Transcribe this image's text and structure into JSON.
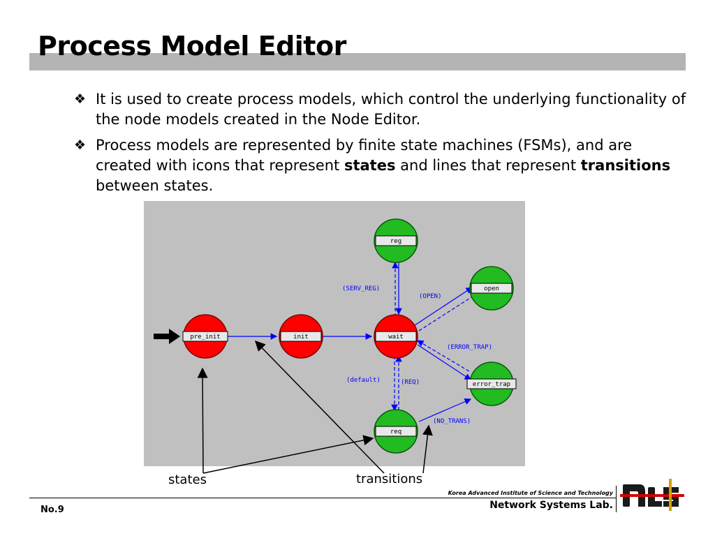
{
  "slide": {
    "title": "Process Model Editor",
    "bullet_marker": "❖",
    "bullet1": "It is used to create process models, which control the underlying functionality of the node models created in the Node Editor.",
    "bullet2_part1": "Process models are represented by finite state machines (FSMs), and are created with icons that represent ",
    "bullet2_bold1": "states",
    "bullet2_part2": " and lines that represent ",
    "bullet2_bold2": "transitions",
    "bullet2_part3": " between states."
  },
  "diagram": {
    "states": {
      "pre_init": "pre_init",
      "init": "init",
      "wait": "wait",
      "reg": "reg",
      "open": "open",
      "error_trap": "error_trap",
      "req": "req"
    },
    "transition_labels": {
      "serv_reg": "(SERV_REG)",
      "open": "(OPEN)",
      "error_trap": "(ERROR_TRAP)",
      "default": "(default)",
      "req": "(REQ)",
      "no_trans": "(NO_TRANS)"
    },
    "annotations": {
      "states": "states",
      "transitions": "transitions"
    },
    "colors": {
      "red_state": "#ff0000",
      "green_state": "#22bb22",
      "transition": "#0000ff",
      "background": "#c0c0c0"
    }
  },
  "footer": {
    "page_number": "No.9",
    "institute": "Korea Advanced Institute of Science and Technology",
    "lab": "Network Systems Lab."
  }
}
